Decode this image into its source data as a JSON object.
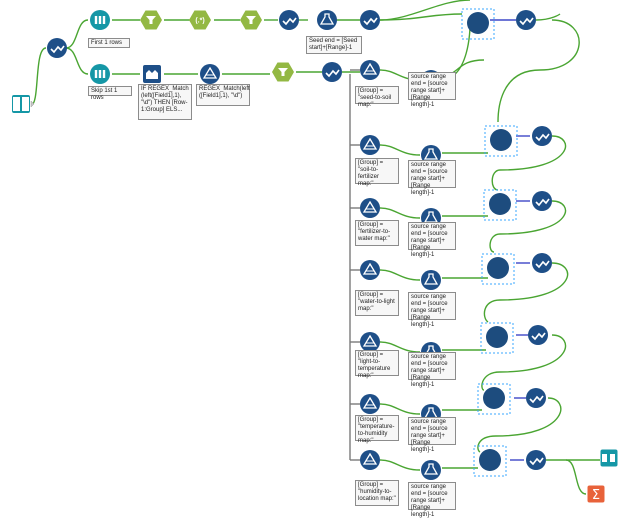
{
  "colors": {
    "green_line": "#4aa532",
    "blue_line": "#3f48c8",
    "gray_line": "#7a7a7a",
    "input_teal": "#1597a6",
    "select_blue": "#1f5a99",
    "formula_blue": "#1f5a99",
    "join_navy": "#1d4c7e",
    "filter_green": "#93b843",
    "regex_green": "#93b843",
    "browse_teal": "#1597a6",
    "summarize_orange": "#e8623a",
    "dashed_select": "#3aa7ff"
  },
  "tools": {
    "input_book": {
      "icon": "book-icon"
    },
    "select_top": {
      "icon": "select-check-icon"
    },
    "select_main": {
      "icon": "select-check-icon"
    },
    "sample_top": {
      "icon": "sample-icon"
    },
    "filter_1": {
      "icon": "filter-icon"
    },
    "regex_top": {
      "icon": "regex-icon",
      "label": "(.*)"
    },
    "filter_2": {
      "icon": "filter-icon"
    },
    "select_2": {
      "icon": "select-check-icon"
    },
    "formula_top": {
      "icon": "flask-icon"
    },
    "select_3": {
      "icon": "select-check-icon"
    },
    "sample_bottom": {
      "icon": "sample-icon"
    },
    "multirow": {
      "icon": "multirow-icon"
    },
    "regex_lower": {
      "icon": "triangle-formula-icon"
    },
    "filter_lower": {
      "icon": "filter-icon"
    },
    "select_lower": {
      "icon": "select-check-icon"
    },
    "browse": {
      "icon": "binoculars-icon"
    },
    "summarize": {
      "icon": "sigma-icon"
    }
  },
  "annotations": {
    "first_rows": "First 1 rows",
    "seed_end": "Seed end = [Seed start]+[Range]-1",
    "skip_rows": "Skip 1st 1 rows",
    "if_regex": "IF REGEX_Match (left([Field1],1), \"\\d\") THEN [Row-1:Group] ELS...",
    "regex_match": "REGEX_Match(left ([Field1],1), \"\\d\")",
    "groups": [
      "[Group] = \"seed-to-soil map:\"",
      "[Group] = \"soil-to-fertilizer map:\"",
      "[Group] = \"fertilizer-to-water map:\"",
      "[Group] = \"water-to-light map:\"",
      "[Group] = \"light-to-temperature map:\"",
      "[Group] = \"temperature-to-humidity map:\"",
      "[Group] = \"humidity-to-location map:\""
    ],
    "source_range": "source range end = [source range start]+[Range length]-1"
  }
}
